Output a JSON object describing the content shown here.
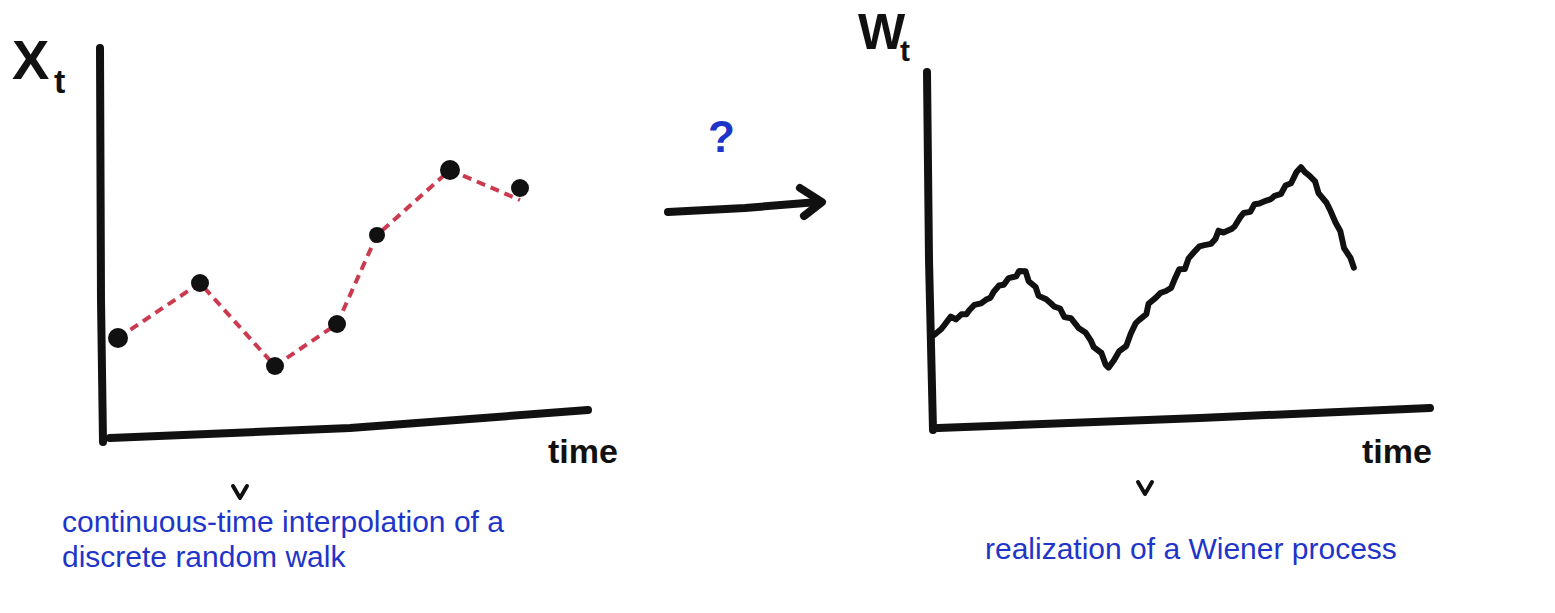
{
  "diagram": {
    "labels": [
      "X",
      "t",
      "time",
      "?",
      "continuous-time interpolation of a discrete random walk",
      "W",
      "t",
      "time",
      "realization of a Wiener process"
    ]
  }
}
